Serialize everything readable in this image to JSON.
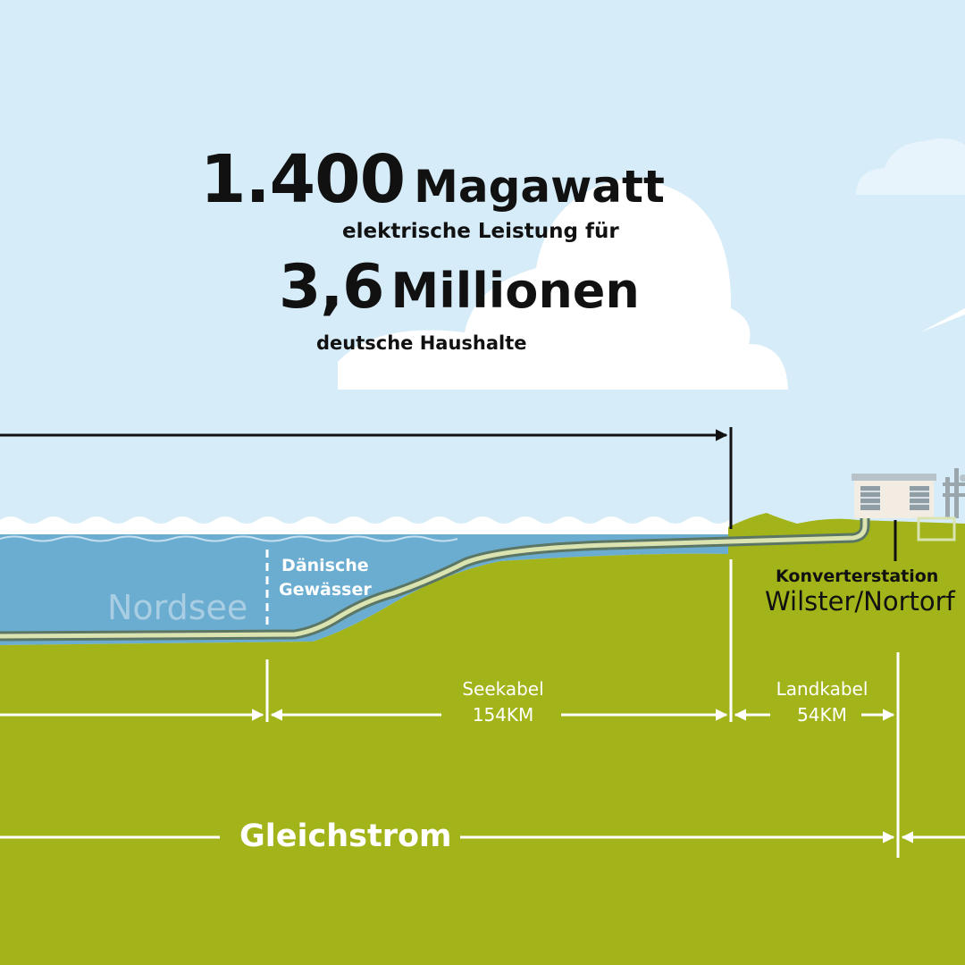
{
  "headline": {
    "power_value": "1.400",
    "power_unit": "Magawatt",
    "power_subtitle": "elektrische Leistung für",
    "households_value": "3,6",
    "households_unit": "Millionen",
    "households_subtitle": "deutsche Haushalte"
  },
  "map": {
    "sea_label": "Nordsee",
    "danish_waters_line1": "Dänische",
    "danish_waters_line2": "Gewässer",
    "station_label": "Konverterstation",
    "station_name": "Wilster/Nortorf"
  },
  "dimensions": {
    "seekabel_label": "Seekabel",
    "seekabel_length": "154KM",
    "landkabel_label": "Landkabel",
    "landkabel_length": "54KM",
    "current_type": "Gleichstrom"
  },
  "colors": {
    "sky": "#d6ecf8",
    "sea": "#6badd1",
    "land": "#a3b41a",
    "cable": "#dbe3b0",
    "cable_outline": "#5b7664",
    "text_dark": "#111111",
    "text_white": "#ffffff"
  }
}
